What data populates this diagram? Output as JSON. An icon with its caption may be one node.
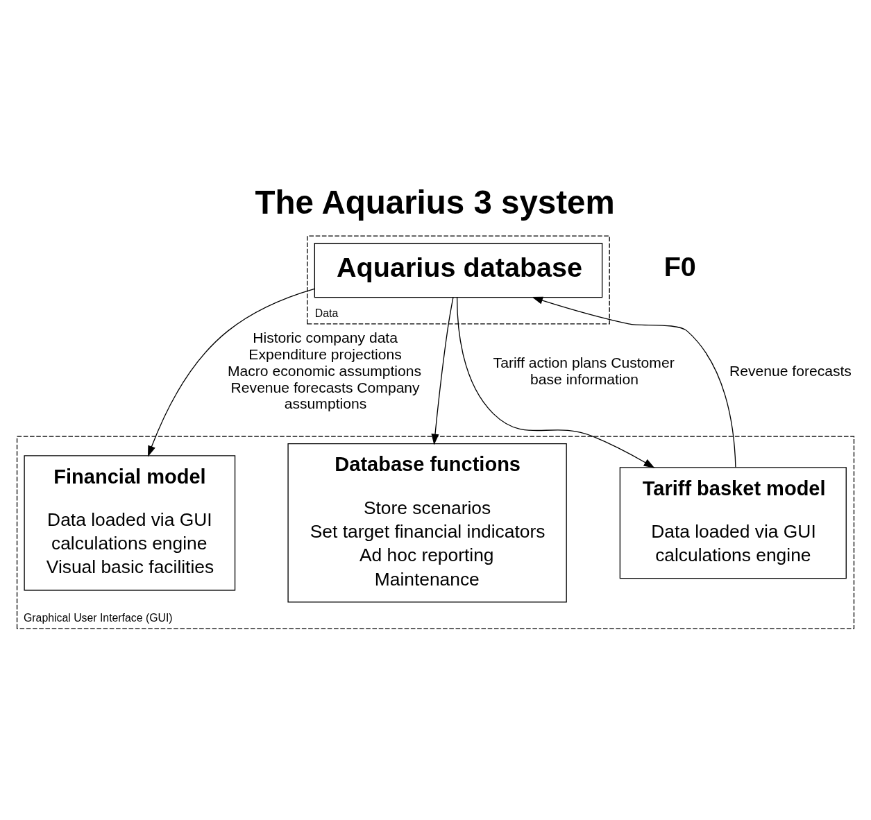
{
  "diagram": {
    "title": "The Aquarius 3 system",
    "nodes": [
      {
        "text": [
          "Data"
        ]
      },
      {
        "text": [
          "Aquarius database"
        ],
        "in": 0
      },
      {
        "text": [
          "Graphical User Interface (GUI)"
        ]
      },
      {
        "text": [
          "Financial model",
          "Data loaded via GUI",
          "calculations engine",
          "Visual basic facilities"
        ],
        "in": 2
      },
      {
        "text": [
          "Tariff basket model",
          "Data loaded via GUI",
          "calculations engine"
        ],
        "in": 2
      },
      {
        "text": [
          "Database functions",
          "Store scenarios",
          "Set target financial indicators",
          "Ad hoc reporting",
          "Maintenance"
        ],
        "in": 2
      }
    ],
    "edges": [
      {
        "from": 1,
        "to": 3,
        "arrow": "to",
        "label": "Historic company data Expenditure projections Macro economic assumptions Revenue forecasts Company assumptions"
      },
      {
        "from": 1,
        "to": 5,
        "arrow": "to"
      },
      {
        "from": 1,
        "to": 4,
        "arrow": "to",
        "label": "Tariff action plans Customer base information"
      },
      {
        "from": 4,
        "to": 1,
        "arrow": "to",
        "label": "Revenue forecasts"
      }
    ],
    "labels": [
      "F0"
    ]
  }
}
